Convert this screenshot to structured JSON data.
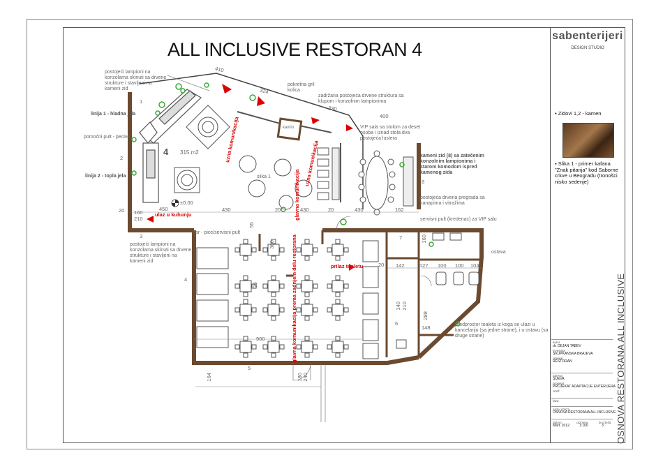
{
  "title": "ALL INCLUSIVE RESTORAN 4",
  "brand": {
    "name": "sabenterijeri",
    "subtitle": "DESIGN STUDIO"
  },
  "legend": {
    "item1": "Zidovi 1,2  - kamen",
    "item2": "Slika 1 - primer kafana \"Znak pitanja\" kod Saborne crkve u Beogradu (tronošci nisko sedenje)"
  },
  "notes": {
    "lampioni_top": "postojeći lampioni na konzolama skinuti sa drvene strukture i stavljeni na kameni zid",
    "linija1": "linija 1 - hladna jela",
    "pomocni_pult": "pomoćni pult - pecivo",
    "linija2": "linija 2 - topla jela",
    "pokretna_gril": "pokretna gril kolica",
    "zadrzana_struktura": "zadržana postojeća drvene struktura sa klupom i konzolnim lampionima",
    "vip_sala": "VIP sala sa stolom za deset osoba i iznad stola dva postojeća lustera",
    "kameni_zid": "kameni zid (8) sa zatečenim konzolnim lampionima i starom komodom ispred kamenog zida",
    "drvena_pregrada": "postojeća drvena pregrada sa kanapima i vitražima",
    "servisni_pult": "servisni pult (kredenac) za VIP salu",
    "bar": "bar - pice/servisni pult",
    "lampioni_bottom": "postojeći lampioni na konzolama skinuti sa drvene strukture i stavljeni na kameni zid",
    "ostava": "ostava",
    "predprostor": "predprostor toaleta iz koga se ulazi u kancelariju (sa jedne strane), i u ostavu (sa druge strane)",
    "kamin": "kamin",
    "slika1": "slika 1"
  },
  "red_labels": {
    "ulaz_kuhinju": "ulaz u kuhunju",
    "prilaz_toaletu": "prilaz toaletu",
    "glavna_komunikacija": "glavna komunikacija prema zadnjem delu restorana",
    "glavna_komunikacija_short": "glavna komunikacija",
    "uzna_komunikacija_1": "uzna komunikacija",
    "uzna_komunikacija_2": "uzna komunikacija"
  },
  "area": {
    "num": "4",
    "size": "315 m2",
    "level": "±0.00"
  },
  "zone_numbers": [
    "1",
    "2",
    "3",
    "4",
    "5",
    "6",
    "7",
    "8"
  ],
  "dims": {
    "d410": "410",
    "d324": "324",
    "d330": "330",
    "d400": "400",
    "d20a": "20",
    "d160": "160",
    "d210": "210",
    "d450": "450",
    "d430a": "430",
    "d20b": "20",
    "d430b": "430",
    "d20c": "20",
    "d20d": "20",
    "d162": "162",
    "d55": "55",
    "d360": "360",
    "d35": "35",
    "d160b": "160",
    "d142": "142",
    "d127": "127",
    "d100a": "100",
    "d100b": "100",
    "d104": "104",
    "d140": "140",
    "d210b": "210",
    "d288": "288",
    "d148": "148",
    "d900": "900",
    "d430c": "430",
    "d164": "164",
    "d180": "180",
    "d240": "240"
  },
  "title_block": {
    "autor_label": "autor",
    "autor": "dr. DEJAN TABEV",
    "investitor_label": "investitor",
    "investitor": "SKUPKANSKA BRAJEVA",
    "objekat_label": "objekat",
    "objekat": "RESTORAN",
    "adresa_label": "adresa",
    "adresa": "SUEVA",
    "projekat_label": "projekat",
    "projekat": "PROJEKAT ADAPTACIJE ENTERIJERA",
    "crtez_label": "crtež",
    "faza_label": "faza",
    "naziv_label": "naziv crteža",
    "naziv": "OSNOVA RESTORANA ALL INCLUSIVE",
    "datum_label": "datum",
    "datum": "Mart, 2012",
    "razmera_label": "razmera",
    "razmera": "1:100",
    "list_label": "br.crteža",
    "list": "3"
  },
  "vertical_title": "OSNOVA RESTORANA ALL INCLUSIVE",
  "colors": {
    "wall": "#6b4a2f",
    "red": "#dd0000",
    "furniture": "#555555",
    "accent": "#3ba83b"
  }
}
